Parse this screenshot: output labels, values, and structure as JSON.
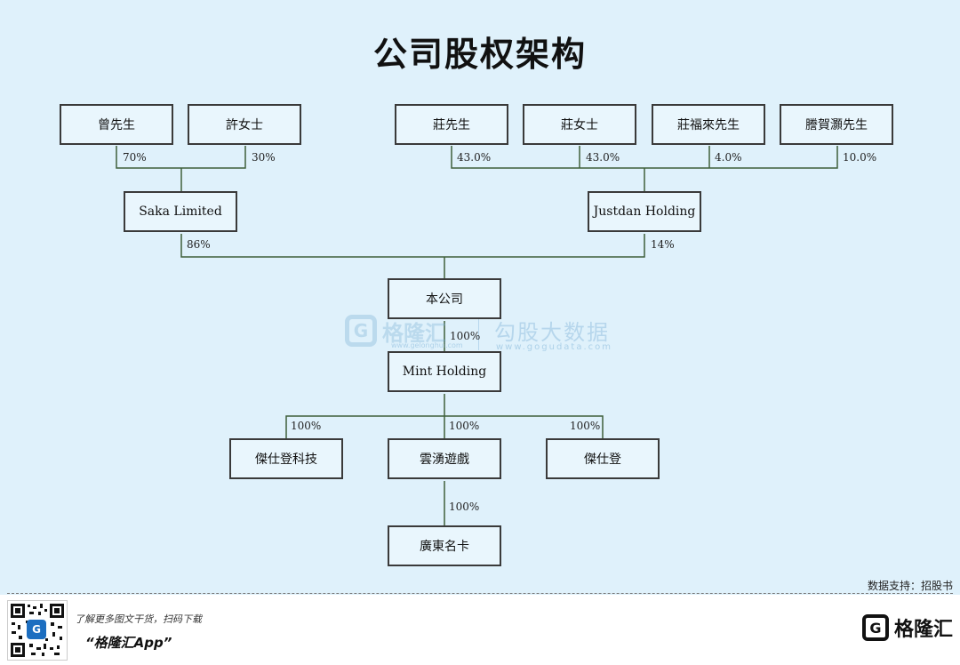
{
  "title": "公司股权架构",
  "nodes": {
    "zeng": "曾先生",
    "xu": "許女士",
    "zhuang_m": "莊先生",
    "zhuang_f": "莊女士",
    "zhuang_fl": "莊福來先生",
    "teng": "謄賀灝先生",
    "saka": "Saka Limited",
    "justdan": "Justdan Holding",
    "company": "本公司",
    "mint": "Mint Holding",
    "jiesd_tech": "傑仕登科技",
    "yunyong": "雲湧遊戲",
    "jiesd": "傑仕登",
    "guangdong": "廣東名卡"
  },
  "percents": {
    "zeng": "70%",
    "xu": "30%",
    "zhuang_m": "43.0%",
    "zhuang_f": "43.0%",
    "zhuang_fl": "4.0%",
    "teng": "10.0%",
    "saka": "86%",
    "justdan": "14%",
    "company_mint": "100%",
    "mint_tech": "100%",
    "mint_yunyong": "100%",
    "mint_jiesd": "100%",
    "yunyong_guangdong": "100%"
  },
  "watermark": {
    "brand": "格隆汇",
    "site": "www.gelonghui.com",
    "name2": "勾股大数据",
    "site2": "www.gogudata.com"
  },
  "source": "数据支持：招股书",
  "footer": {
    "promo_line": "了解更多图文干货，扫码下载",
    "promo_app": "“格隆汇App”",
    "brand": "格隆汇",
    "logo_letter": "G"
  },
  "colors": {
    "background": "#dff1fb",
    "line": "#3f5f3a",
    "box_border": "#3a3a3a"
  }
}
